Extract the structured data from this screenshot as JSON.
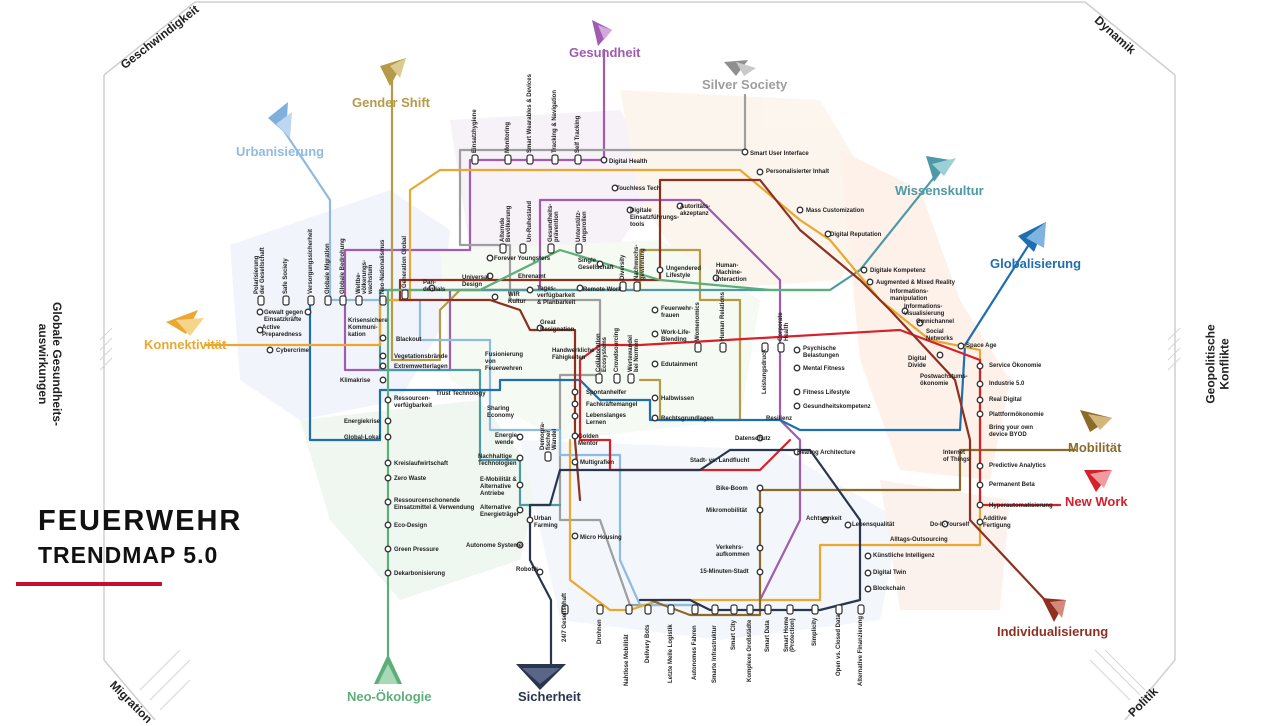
{
  "title": {
    "line1": "FEUERWEHR",
    "line2": "TRENDMAP 5.0"
  },
  "edges": {
    "geschwindigkeit": "Geschwindigkeit",
    "dynamik": "Dynamik",
    "globale": "Globale Gesundheits-\nauswirkungen",
    "geopolitische": "Geopolitische\nKonflikte",
    "migration": "Migration",
    "politik": "Politik"
  },
  "megatrends": {
    "gesundheit": "Gesundheit",
    "silver_society": "Silver Society",
    "gender_shift": "Gender Shift",
    "urbanisierung": "Urbanisierung",
    "wissenskultur": "Wissenskultur",
    "globalisierung": "Globalisierung",
    "konnektivitaet": "Konnektivität",
    "mobilitaet": "Mobilität",
    "new_work": "New Work",
    "individualisierung": "Individualisierung",
    "neo_oekologie": "Neo-Ökologie",
    "sicherheit": "Sicherheit"
  },
  "colors": {
    "gesundheit": "#a05cb0",
    "silver_society": "#9e9e9e",
    "gender_shift": "#b59a4a",
    "urbanisierung": "#8fbbe0",
    "wissenskultur": "#4d9aa6",
    "globalisierung": "#1f6fb0",
    "konnektivitaet": "#eaa830",
    "mobilitaet": "#8b6a2a",
    "new_work": "#d6202a",
    "individualisierung": "#8e3020",
    "neo_oekologie": "#5fae7a",
    "sicherheit": "#2a3550",
    "accent_red": "#c8102e"
  },
  "stations_horizontal": {
    "digital_health": "Digital Health",
    "smart_user_interface": "Smart User Interface",
    "personalisierter_inhalt": "Personalisierter Inhalt",
    "touchless_tech": "Touchless Tech",
    "autoritaets": "Autoritäts-\nakzeptanz",
    "digitale_einsatz": "Digitale\nEinsatzführungs-\ntools",
    "mass_customization": "Mass Customization",
    "digital_reputation": "Digital Reputation",
    "forever_youngsters": "Forever Youngsters",
    "single_gesellschaft": "Single\nGesellschaft",
    "ungendered": "Ungendered\nLifestyle",
    "human_machine": "Human-\nMachine-\nInteraction",
    "digitale_kompetenz": "Digitale Kompetenz",
    "augmented": "Augmented & Mixed Reality",
    "informations_manipulation": "Informations-\nmanipulation",
    "informations_visualisierung": "Informations-\nvisualisierung",
    "omnichannel": "Omnichannel",
    "social_networks": "Social\nNetworks",
    "space_age": "Space Age",
    "pandemials": "Pan-\ndemials",
    "universal_design": "Universal\nDesign",
    "ehrenamt": "Ehrenamt",
    "wir_kultur": "WIR\nKultur",
    "tages": "Tages-\nverfügbarkeit\n& Planbarkeit",
    "remote_work": "Remote Work",
    "gewalt": "Gewalt gegen\nEinsatzkräfte",
    "active_preparedness": "Active\nPreparedness",
    "cybercrime": "Cybercrime",
    "krisensichere": "Krisensichere\nKommuni-\nkation",
    "blackout": "Blackout",
    "great_resignation": "Great\nResignation",
    "feuerwehrfrauen": "Feuerwehr-\nfrauen",
    "work_life": "Work-Life-\nBlending",
    "vegetationsbraende": "Vegetationsbrände",
    "extremwetterlagen": "Extremwetterlagen",
    "fusionierung": "Fusionierung\nvon\nFeuerwehren",
    "handwerkliche": "Handwerkliche\nFähigkeiten",
    "klimakrise": "Klimakrise",
    "trust_technology": "Trust Technology",
    "edutainment": "Edutainment",
    "psychische": "Psychische\nBelastungen",
    "mental_fitness": "Mental Fitness",
    "fitness_lifestyle": "Fitness Lifestyle",
    "gesundheitskompetenz": "Gesundheitskompetenz",
    "digital_divide": "Digital\nDivide",
    "postwachstum": "Postwachstums-\nökonomie",
    "service_oekonomie": "Service Ökonomie",
    "industrie": "Industrie 5.0",
    "real_digital": "Real Digital",
    "plattform": "Plattformökonomie",
    "byod": "Bring your own\ndevice BYOD",
    "ressourcenverfuegbarkeit": "Ressourcen-\nverfügbarkeit",
    "spontanhelfer": "Spontanhelfer",
    "fachkraeftemangel": "Fachkräftemangel",
    "lebenslanges": "Lebenslanges\nLernen",
    "halbwissen": "Halbwissen",
    "rechtsgrundlagen": "Rechtsgrundlagen",
    "resilienz": "Resilienz",
    "sharing": "Sharing\nEconomy",
    "energiekrise": "Energiekrise",
    "global_lokal": "Global-Lokal",
    "energiewende": "Energie-\nwende",
    "golden_mentor": "Golden\nMentor",
    "datenschutz": "Datenschutz",
    "healing_architecture": "Healing Architecture",
    "internet_of_things": "Internet\nof Things",
    "predictive_analytics": "Predictive Analytics",
    "kreislaufwirtschaft": "Kreislaufwirtschaft",
    "nachhaltige_technologien": "Nachhaltige\nTechnologien",
    "multigrafien": "Multigrafien",
    "stadt_landflucht": "Stadt- vs. Landflucht",
    "permanent_beta": "Permanent Beta",
    "zero_waste": "Zero Waste",
    "e_mobilitaet": "E-Mobilität &\nAlternative\nAntriebe",
    "bike_boom": "Bike-Boom",
    "ressourcenschonende": "Ressourcenschonende\nEinsatzmittel & Verwendung",
    "alternative_energietraeger": "Alternative\nEnergieträger",
    "mikromobilitaet": "Mikromobilität",
    "hyperautomatisierung": "Hyperautomatisierung",
    "eco_design": "Eco-Design",
    "urban_farming": "Urban\nFarming",
    "achtsamkeit": "Achtsamkeit",
    "lebensqualitaet": "Lebensqualität",
    "do_it_yourself": "Do-It-Yourself",
    "additive": "Additive\nFertigung",
    "alltags_outsourcing": "Alltags-Outsourcing",
    "green_pressure": "Green Pressure",
    "autonome_systeme": "Autonome Systeme",
    "micro_housing": "Micro Housing",
    "verkehrsaufkommen": "Verkehrs-\naufkommen",
    "kuenstliche_intelligenz": "Künstliche Intelligenz",
    "dekarbonisierung": "Dekarbonisierung",
    "robotik": "Robotik",
    "fifteen_min": "15-Minuten-Stadt",
    "digital_twin": "Digital Twin",
    "blockchain": "Blockchain"
  },
  "stations_vertical": {
    "einsatzhygiene": "Einsatzhygiene",
    "monitoring": "Monitoring",
    "smart_wearables": "Smart Wearables & Devices",
    "tracking": "Tracking & Navigation",
    "self_tracking": "Self Tracking",
    "alternde": "Alternde\nBevölkerung",
    "un_ruhestand": "Un-Ruhestand",
    "gesundheits_praevention": "Gesundheits-\nprävention",
    "unterstuetzungsrollen": "Unterstütz-\nungsrollen",
    "diversity": "Diversity",
    "nachwuchs": "Nachwuchs-\ngewinnung",
    "polarisierung": "Polarisierung\nder Gesellschaft",
    "safe_society": "Safe Society",
    "versorgungssicherheit": "Versorgungssicherheit",
    "globale_migration": "Globale Migration",
    "globale_bedrohung": "Globale Bedrohung",
    "weltbevoelkerung": "Weltbe-\nvölkerungs-\nwachstum",
    "neo_nationalismus": "Neo-Nationalismus",
    "generation_global": "Generation Global",
    "collaboration": "Collaboration\nEcosystems",
    "crowdsourcing": "Crowdsourcing",
    "wertewandel": "Wertewandel\nbei Normen",
    "womenomics": "Womenomics",
    "human_relations": "Human Relations",
    "leistungsdruck": "Leistungsdruck",
    "corporate_health": "Corporate\nHealth",
    "demografischer": "Demogra-\nfischer\nWandel",
    "gesellschaft_24_7": "24/7 Gesellschaft",
    "drohnen": "Drohnen",
    "nahtlose": "Nahtlose Mobilität",
    "delivery_bots": "Delivery Bots",
    "letzte_meile": "Letzte Meile Logistik",
    "autonomes_fahren": "Autonomes Fahren",
    "smarte_infrastruktur": "Smarte Infrastruktur",
    "smart_city": "Smart City",
    "komplexe": "Komplexe Großstädte",
    "smart_data": "Smart Data",
    "smart_home": "Smart Home\n(Protection)",
    "simplicity": "Simplicity",
    "open_closed": "Open vs. Closed Data",
    "alternative_finanzierung": "Alternative Finanzierung"
  }
}
